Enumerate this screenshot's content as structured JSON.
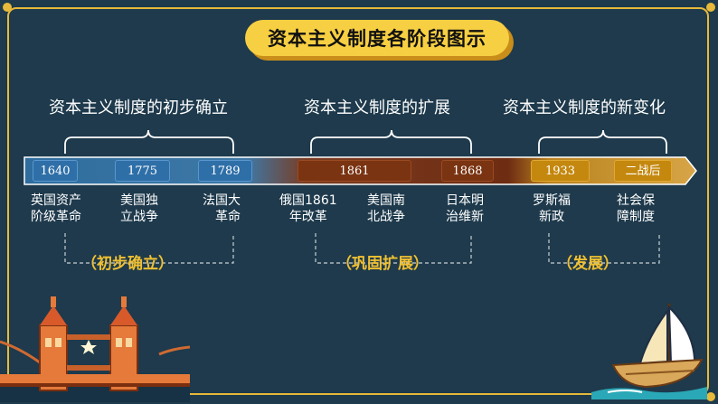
{
  "title": "资本主义制度各阶段图示",
  "stages": [
    {
      "label": "资本主义制度的初步确立",
      "summary": "（初步确立）"
    },
    {
      "label": "资本主义制度的扩展",
      "summary": "（巩固扩展）"
    },
    {
      "label": "资本主义制度的新变化",
      "summary": "（发展）"
    }
  ],
  "events": [
    {
      "year": "1640",
      "line1": "英国资产",
      "line2": "阶级革命"
    },
    {
      "year": "1775",
      "line1": "美国独",
      "line2": "立战争"
    },
    {
      "year": "1789",
      "line1": "法国大",
      "line2": "革命"
    },
    {
      "year": "1861",
      "line1": "俄国1861",
      "line2": "年改革"
    },
    {
      "year": "",
      "line1": "美国南",
      "line2": "北战争"
    },
    {
      "year": "1868",
      "line1": "日本明",
      "line2": "治维新"
    },
    {
      "year": "1933",
      "line1": "罗斯福",
      "line2": "新政"
    },
    {
      "year": "二战后",
      "line1": "社会保",
      "line2": "障制度"
    }
  ],
  "colors": {
    "background": "#1e3a4c",
    "accent": "#f7cf42",
    "summary": "#f0c032",
    "stage1": "#2f6fa8",
    "stage2": "#7a3412",
    "stage3": "#c4880f"
  },
  "icons": [
    "tower-bridge-icon",
    "sailboat-icon"
  ]
}
